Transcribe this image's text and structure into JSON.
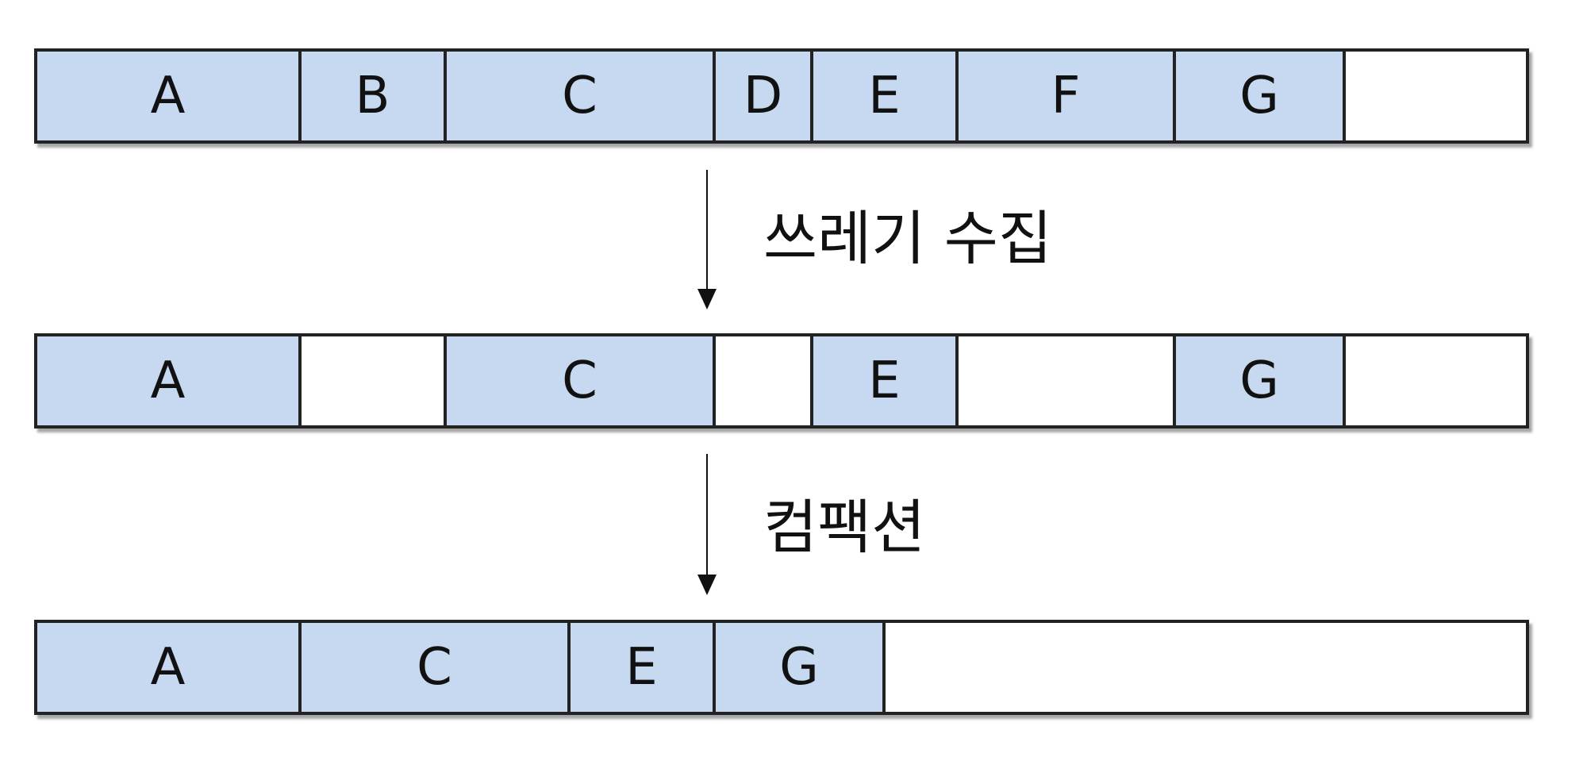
{
  "rows": [
    {
      "blocks": [
        {
          "label": "A"
        },
        {
          "label": "B"
        },
        {
          "label": "C"
        },
        {
          "label": "D"
        },
        {
          "label": "E"
        },
        {
          "label": "F"
        },
        {
          "label": "G"
        }
      ]
    },
    {
      "blocks": [
        {
          "label": "A"
        },
        {
          "label": "C"
        },
        {
          "label": "E"
        },
        {
          "label": "G"
        }
      ]
    },
    {
      "blocks": [
        {
          "label": "A"
        },
        {
          "label": "C"
        },
        {
          "label": "E"
        },
        {
          "label": "G"
        }
      ]
    }
  ],
  "steps": [
    {
      "label": "쓰레기 수집"
    },
    {
      "label": "컴팩션"
    }
  ],
  "colors": {
    "block_fill": "#c7d9f0",
    "border": "#222222",
    "empty_fill": "#ffffff"
  }
}
